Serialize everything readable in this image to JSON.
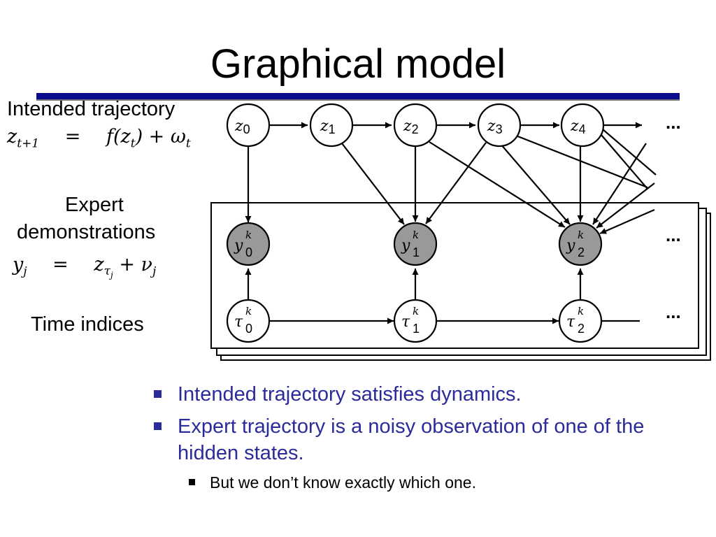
{
  "slide": {
    "title": "Graphical model",
    "colors": {
      "title_rule": "#0a0a8c",
      "bullet_text": "#2b2b9a",
      "observed_node": "#999999"
    }
  },
  "left_labels": {
    "intended": "Intended trajectory",
    "dynamics_eq": {
      "lhs": "z",
      "lhs_sub": "t+1",
      "eq": "=",
      "rhs_f": "f(z",
      "rhs_f_sub": "t",
      "rhs_rest": ") + ω",
      "rhs_rest_sub": "t"
    },
    "expert_line1": "Expert",
    "expert_line2": "demonstrations",
    "obs_eq": {
      "lhs": "y",
      "lhs_sub": "j",
      "eq": "=",
      "rhs": "z",
      "rhs_sub": "τ",
      "rhs_subsub": "j",
      "rhs_rest": "+ ν",
      "rhs_rest_sub": "j"
    },
    "time": "Time indices"
  },
  "diagram": {
    "hidden_nodes": [
      {
        "var": "z",
        "sub": "0"
      },
      {
        "var": "z",
        "sub": "1"
      },
      {
        "var": "z",
        "sub": "2"
      },
      {
        "var": "z",
        "sub": "3"
      },
      {
        "var": "z",
        "sub": "4"
      }
    ],
    "observed_nodes": [
      {
        "var": "y",
        "sub": "0",
        "sup": "k"
      },
      {
        "var": "y",
        "sub": "1",
        "sup": "k"
      },
      {
        "var": "y",
        "sub": "2",
        "sup": "k"
      }
    ],
    "time_nodes": [
      {
        "var": "τ",
        "sub": "0",
        "sup": "k"
      },
      {
        "var": "τ",
        "sub": "1",
        "sup": "k"
      },
      {
        "var": "τ",
        "sub": "2",
        "sup": "k"
      }
    ],
    "ellipsis": "..."
  },
  "bullets": [
    {
      "text": "Intended trajectory satisfies dynamics.",
      "children": []
    },
    {
      "text": "Expert trajectory is a noisy observation of one of the hidden states.",
      "children": [
        {
          "text": "But we don’t know exactly which one."
        }
      ]
    }
  ]
}
